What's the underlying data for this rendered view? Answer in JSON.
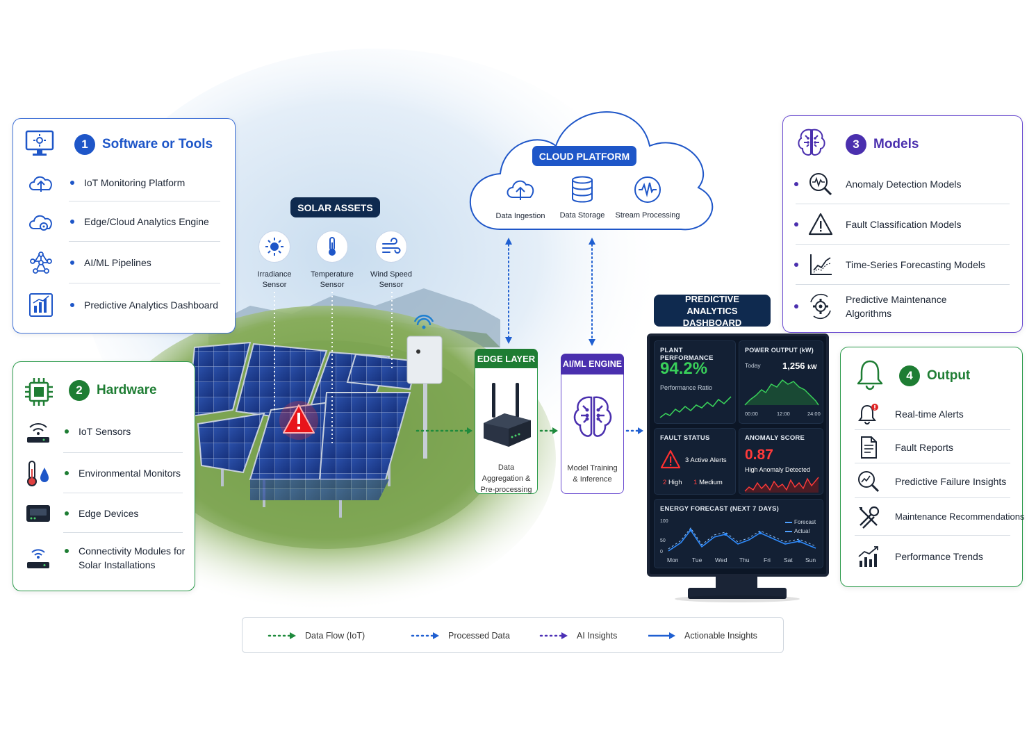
{
  "software": {
    "number": "1",
    "title": "Software or Tools",
    "items": [
      {
        "label": "IoT Monitoring Platform",
        "icon": "cloud-upload-icon"
      },
      {
        "label": "Edge/Cloud Analytics Engine",
        "icon": "cloud-gear-icon"
      },
      {
        "label": "AI/ML Pipelines",
        "icon": "network-icon"
      },
      {
        "label": "Predictive Analytics Dashboard",
        "icon": "bar-chart-icon"
      }
    ]
  },
  "hardware": {
    "number": "2",
    "title": "Hardware",
    "items": [
      {
        "label": "IoT Sensors",
        "icon": "wifi-sensor-icon"
      },
      {
        "label": "Environmental Monitors",
        "icon": "thermometer-drop-icon"
      },
      {
        "label": "Edge Devices",
        "icon": "edge-device-icon"
      },
      {
        "label": "Connectivity Modules for Solar Installations",
        "icon": "router-icon"
      }
    ]
  },
  "models": {
    "number": "3",
    "title": "Models",
    "items": [
      {
        "label": "Anomaly Detection Models",
        "icon": "magnifier-pulse-icon"
      },
      {
        "label": "Fault Classification Models",
        "icon": "warning-triangle-icon"
      },
      {
        "label": "Time-Series Forecasting Models",
        "icon": "line-trend-icon"
      },
      {
        "label": "Predictive Maintenance Algorithms",
        "icon": "gear-arrows-icon"
      }
    ]
  },
  "output": {
    "number": "4",
    "title": "Output",
    "items": [
      {
        "label": "Real-time Alerts",
        "icon": "bell-alert-icon"
      },
      {
        "label": "Fault Reports",
        "icon": "report-icon"
      },
      {
        "label": "Predictive Failure Insights",
        "icon": "magnifier-chart-icon"
      },
      {
        "label": "Maintenance Recommendations",
        "icon": "tools-icon"
      },
      {
        "label": "Performance Trends",
        "icon": "trend-bars-icon"
      }
    ]
  },
  "solar_assets": {
    "title": "SOLAR ASSETS",
    "sensors": [
      {
        "label": "Irradiance Sensor",
        "icon": "sun-icon"
      },
      {
        "label": "Temperature Sensor",
        "icon": "thermometer-icon"
      },
      {
        "label": "Wind Speed Sensor",
        "icon": "wind-icon"
      }
    ]
  },
  "cloud": {
    "title": "CLOUD PLATFORM",
    "items": [
      {
        "label": "Data Ingestion",
        "icon": "cloud-upload-icon"
      },
      {
        "label": "Data Storage",
        "icon": "database-icon"
      },
      {
        "label": "Stream Processing",
        "icon": "waveform-icon"
      }
    ]
  },
  "edge": {
    "title": "EDGE LAYER",
    "caption": "Data Aggregation & Pre-processing"
  },
  "aiml": {
    "title": "AI/ML ENGINE",
    "caption": "Model Training & Inference"
  },
  "dashboard": {
    "title": "PREDICTIVE ANALYTICS DASHBOARD",
    "plant": {
      "title": "PLANT PERFORMANCE",
      "value": "94.2%",
      "sub": "Performance Ratio"
    },
    "power": {
      "title": "POWER OUTPUT (kW)",
      "today": "Today",
      "value": "1,256",
      "unit": "kW",
      "ticks": [
        "00:00",
        "12:00",
        "24:00"
      ]
    },
    "fault": {
      "title": "FAULT STATUS",
      "alerts": "3 Active Alerts",
      "high_n": "2",
      "high": "High",
      "med_n": "1",
      "med": "Medium"
    },
    "anomaly": {
      "title": "ANOMALY SCORE",
      "value": "0.87",
      "sub": "High Anomaly Detected"
    },
    "forecast": {
      "title": "ENERGY FORECAST (NEXT 7 DAYS)",
      "legend_forecast": "Forecast",
      "legend_actual": "Actual",
      "y_ticks": [
        "100",
        "50",
        "0"
      ],
      "days": [
        "Mon",
        "Tue",
        "Wed",
        "Thu",
        "Fri",
        "Sat",
        "Sun"
      ]
    }
  },
  "legend": [
    {
      "label": "Data Flow (IoT)",
      "color": "#1e8a3c",
      "style": "dotted"
    },
    {
      "label": "Processed Data",
      "color": "#1f5fd1",
      "style": "dotted"
    },
    {
      "label": "AI Insights",
      "color": "#4b2fb5",
      "style": "dotted"
    },
    {
      "label": "Actionable Insights",
      "color": "#1f5fd1",
      "style": "solid"
    }
  ],
  "colors": {
    "blue": "#1e56c8",
    "green": "#1e7d33",
    "purple": "#4a2fae",
    "navy": "#0f2a4f",
    "red": "#e02424"
  }
}
